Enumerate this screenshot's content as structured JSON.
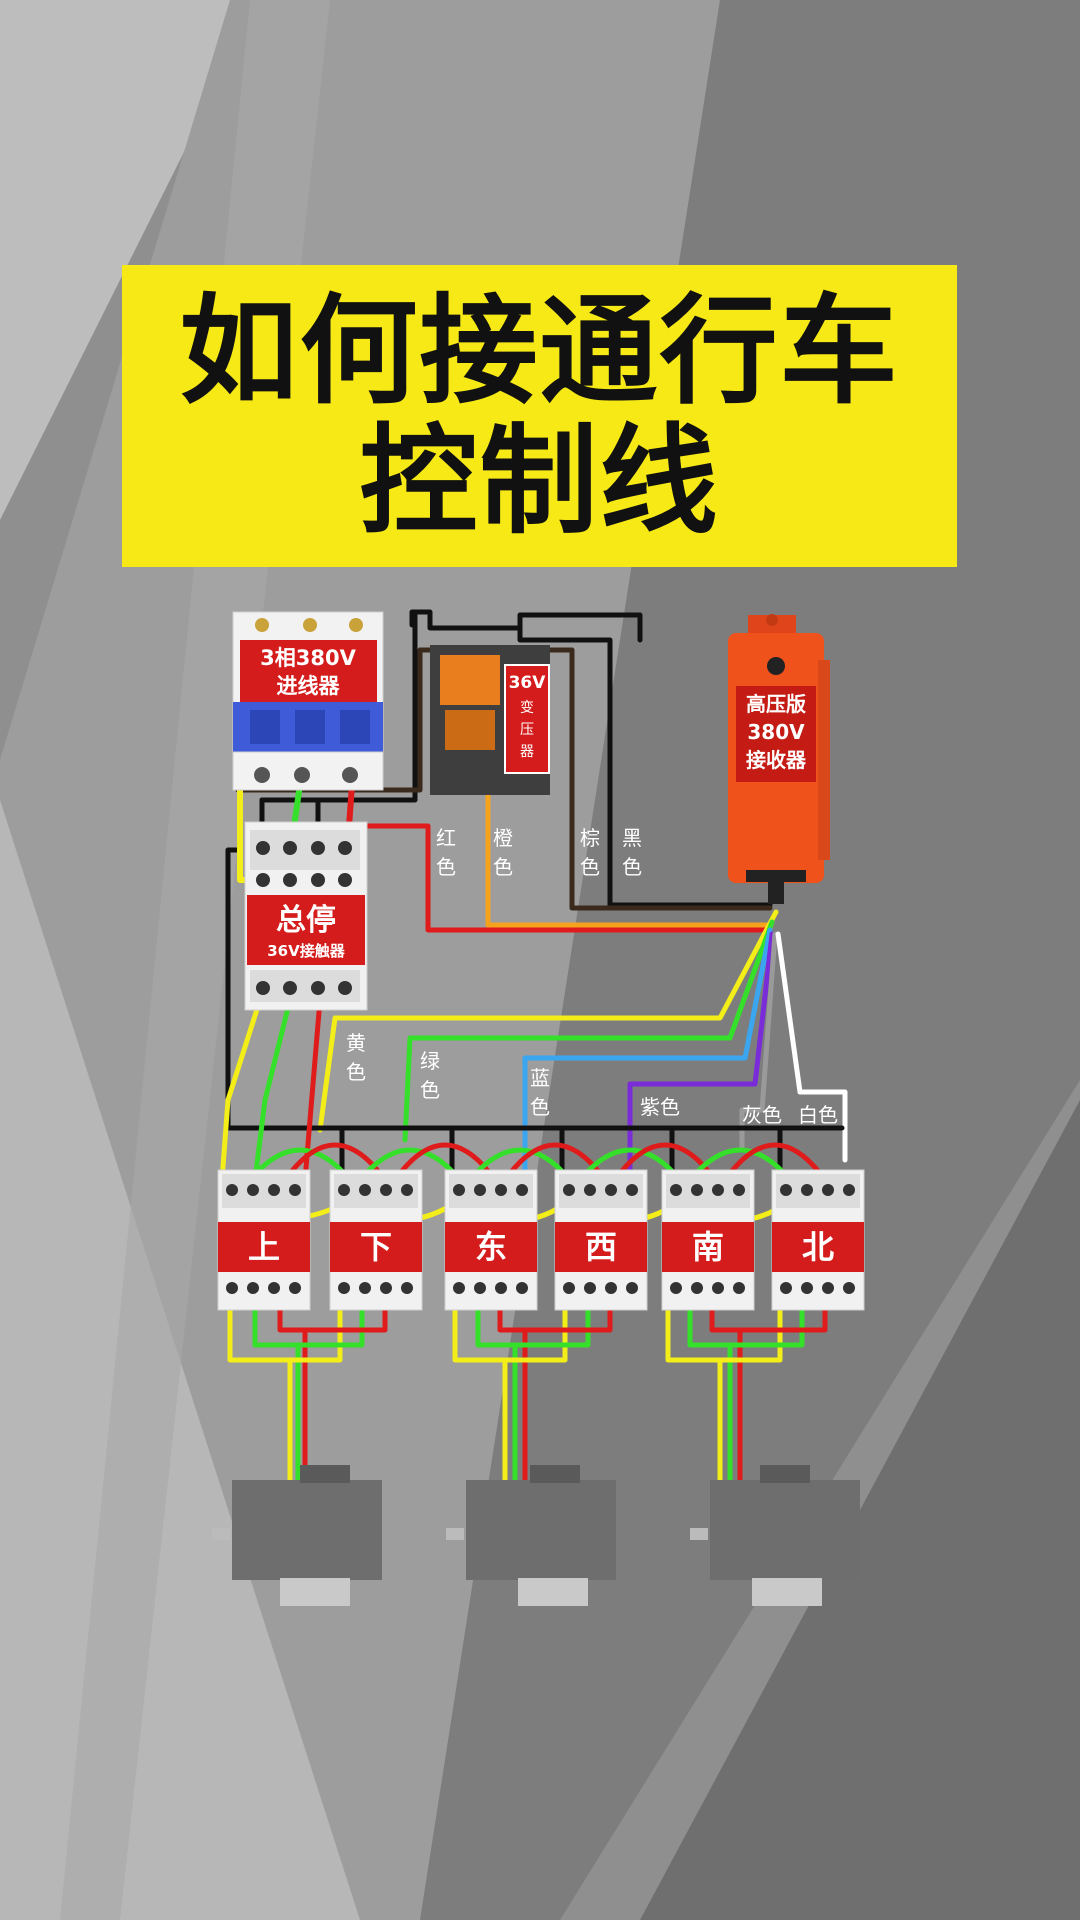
{
  "title": {
    "line1": "如何接通行车",
    "line2": "控制线"
  },
  "breaker": {
    "line1": "3相380V",
    "line2": "进线器"
  },
  "transformer": {
    "line1": "36V",
    "line2": "变",
    "line3": "压",
    "line4": "器"
  },
  "receiver": {
    "line1": "高压版",
    "line2": "380V",
    "line3": "接收器"
  },
  "main_contactor": {
    "line1": "总停",
    "line2": "36V接触器"
  },
  "wire_labels": {
    "red": [
      "红",
      "色"
    ],
    "orange": [
      "橙",
      "色"
    ],
    "brown": [
      "棕",
      "色"
    ],
    "black": [
      "黑",
      "色"
    ],
    "yellow": [
      "黄",
      "色"
    ],
    "green": [
      "绿",
      "色"
    ],
    "blue": [
      "蓝",
      "色"
    ],
    "purple": "紫色",
    "gray": "灰色",
    "white": "白色"
  },
  "directions": [
    "上",
    "下",
    "东",
    "西",
    "南",
    "北"
  ],
  "colors": {
    "banner": "#f6e916",
    "label_red": "#d51c1c",
    "wire_red": "#e01b1b",
    "wire_yellow": "#f3ee18",
    "wire_green": "#35e02a",
    "wire_orange": "#f5a21c",
    "wire_blue": "#3aa6f0",
    "wire_purple": "#7a2cd9",
    "wire_black": "#111111",
    "wire_white": "#ffffff",
    "receiver_body": "#f0521c"
  }
}
